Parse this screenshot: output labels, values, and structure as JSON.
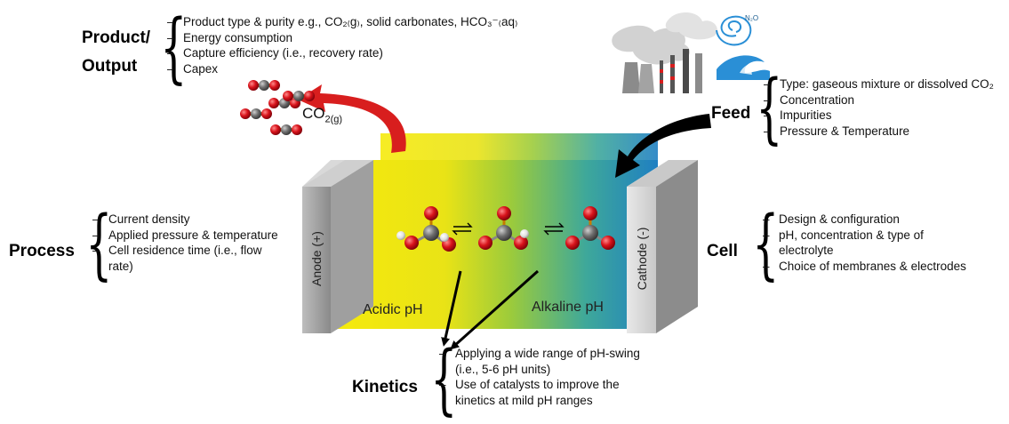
{
  "product": {
    "title_line1": "Product/",
    "title_line2": "Output",
    "items": [
      "Product type & purity e.g., CO₂₍g₎, solid carbonates, HCO₃⁻₍aq₎",
      "Energy consumption",
      "Capture efficiency (i.e., recovery rate)",
      "Capex"
    ]
  },
  "feed": {
    "title": "Feed",
    "items": [
      "Type: gaseous mixture or dissolved CO₂",
      "Concentration",
      "Impurities",
      "Pressure & Temperature"
    ]
  },
  "process": {
    "title": "Process",
    "items": [
      "Current density",
      "Applied pressure & temperature",
      "Cell residence time (i.e., flow",
      "rate)"
    ]
  },
  "cell": {
    "title": "Cell",
    "items": [
      "Design & configuration",
      "pH, concentration & type of",
      "electrolyte",
      "Choice of membranes & electrodes"
    ]
  },
  "kinetics": {
    "title": "Kinetics",
    "items": [
      "Applying a wide range of pH-swing",
      "(i.e., 5-6 pH units)",
      "Use of catalysts to improve the",
      "kinetics at mild pH ranges"
    ]
  },
  "electrodes": {
    "anode": "Anode (+)",
    "cathode": "Cathode (-)"
  },
  "ph_zones": {
    "acidic": "Acidic pH",
    "alkaline": "Alkaline pH"
  },
  "co2_gas_label": {
    "base": "CO",
    "sub": "2(g)"
  },
  "n2o_label": "N₂O",
  "colors": {
    "acidic": "#f5e60a",
    "middle": "#9ccb3b",
    "alkaline": "#1f86c4",
    "oxygen": "#d8131b",
    "carbon": "#707070",
    "hydrogen": "#e8e8e8",
    "red_arrow": "#d81e1e",
    "black_arrow": "#000000",
    "wave": "#2a8fd6"
  }
}
